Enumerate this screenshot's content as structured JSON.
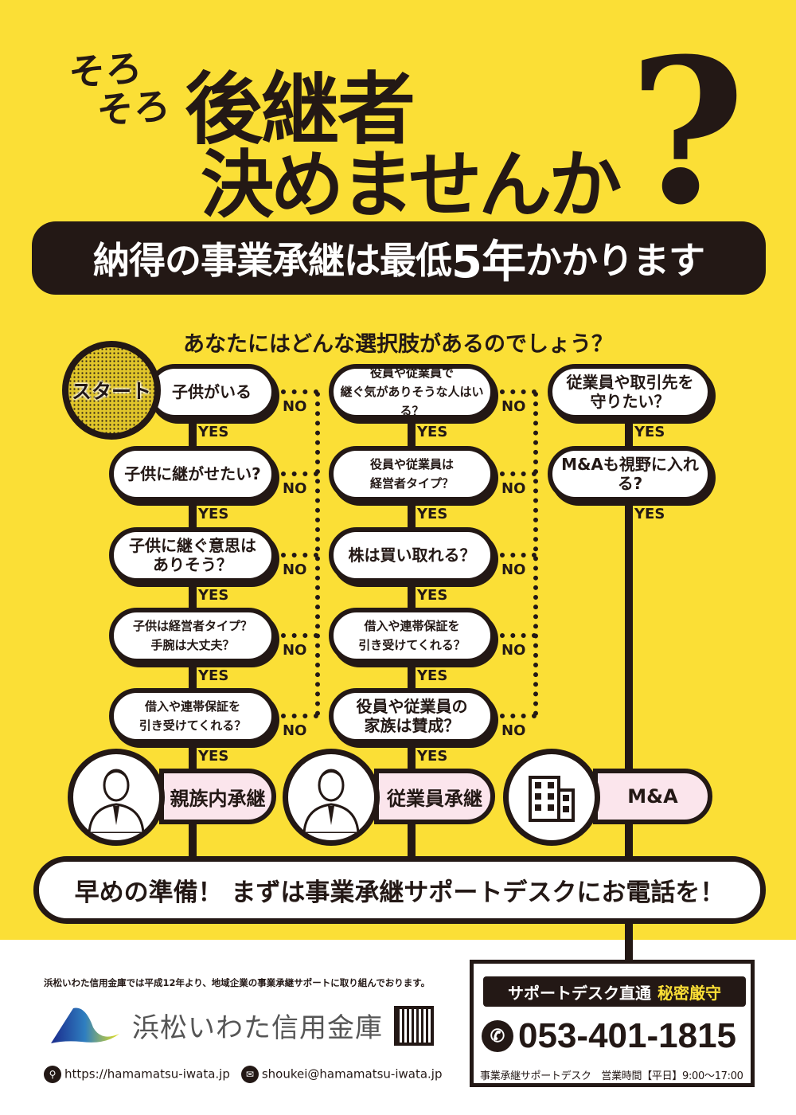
{
  "headline": {
    "small1": "そろ",
    "small2": "そろ",
    "line1": "後継者",
    "line2": "決めませんか",
    "qmark": "?"
  },
  "bar": {
    "pre": "納得の事業承継は最低",
    "num": "5年",
    "post": "かかります"
  },
  "subtitle": "あなたにはどんな選択肢があるのでしょう？",
  "start_label": "スタート",
  "yes_label": "YES",
  "no_label": "NO",
  "columns": [
    {
      "nodes": [
        "子供がいる",
        "子供に継がせたい?",
        "子供に継ぐ意思は\nありそう？",
        "子供は経営者タイプ？\n手腕は大丈夫？",
        "借入や連帯保証を\n引き受けてくれる？"
      ],
      "result": "親族内承継",
      "result_icon": "businessman-icon"
    },
    {
      "nodes": [
        "役員や従業員で\n継ぐ気がありそうな人はいる？",
        "役員や従業員は\n経営者タイプ？",
        "株は買い取れる？",
        "借入や連帯保証を\n引き受けてくれる？",
        "役員や従業員の\n家族は賛成？"
      ],
      "result": "従業員承継",
      "result_icon": "worker-icon"
    },
    {
      "nodes": [
        "従業員や取引先を\n守りたい？",
        "M&Aも視野に入れる?"
      ],
      "result": "M&A",
      "result_icon": "building-icon"
    }
  ],
  "banner": "早めの準備！ まずは事業承継サポートデスクにお電話を！",
  "footer": {
    "note": "浜松いわた信用金庫では平成12年より、地域企業の事業承継サポートに取り組んでおります。",
    "logo": "浜松いわた信用金庫",
    "url": "https://hamamatsu-iwata.jp",
    "email": "shoukei@hamamatsu-iwata.jp"
  },
  "contact": {
    "title": "サポートデスク直通",
    "badge": "秘密厳守",
    "phone": "053-401-1815",
    "hours": "事業承継サポートデスク　営業時間【平日】9:00～17:00"
  },
  "colors": {
    "yellow": "#FBDF36",
    "ink": "#231815",
    "pink": "#FBE5EC"
  }
}
